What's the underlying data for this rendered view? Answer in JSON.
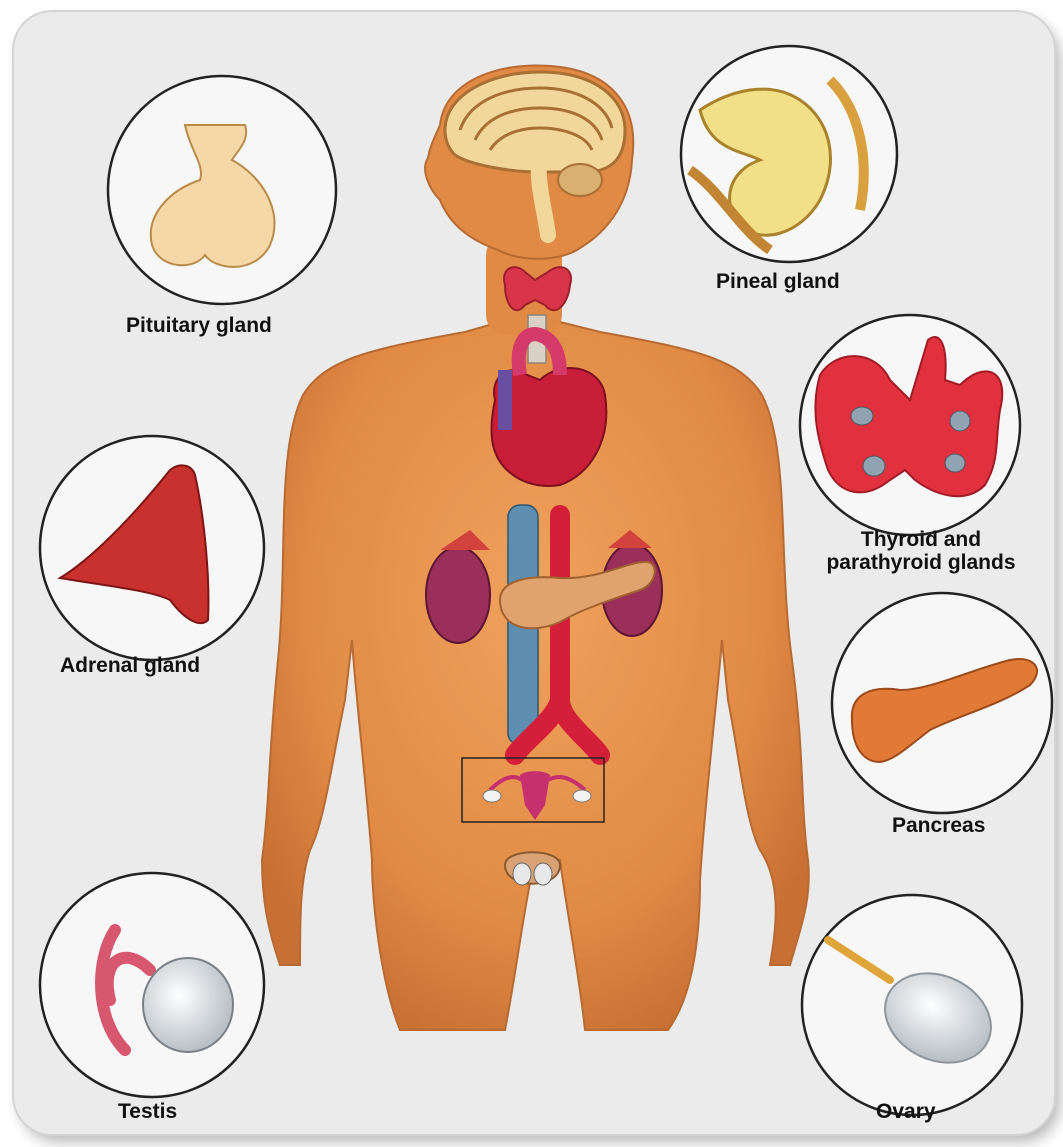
{
  "labels": {
    "pituitary": "Pituitary gland",
    "pineal": "Pineal gland",
    "thyroid_line1": "Thyroid and",
    "thyroid_line2": "parathyroid glands",
    "adrenal": "Adrenal gland",
    "pancreas": "Pancreas",
    "testis": "Testis",
    "ovary": "Ovary"
  }
}
